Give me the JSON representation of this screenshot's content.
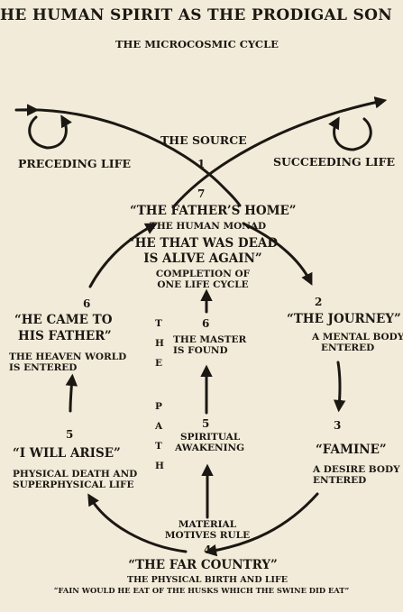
{
  "title": "HE HUMAN SPIRIT AS THE PRODIGAL SON",
  "subtitle": "THE MICROCOSMIC CYCLE",
  "source": {
    "label": "THE SOURCE",
    "number": "1"
  },
  "preceding_life": "PRECEDING LIFE",
  "succeeding_life": "SUCCEEDING LIFE",
  "top": {
    "number": "7",
    "quote": "“THE FATHER’S HOME”",
    "desc": "THE HUMAN MONAD"
  },
  "center_top": {
    "quote_l1": "“HE THAT WAS DEAD",
    "quote_l2": "IS ALIVE AGAIN”",
    "desc_l1": "COMPLETION OF",
    "desc_l2": "ONE LIFE CYCLE"
  },
  "path": {
    "letters": [
      "T",
      "H",
      "E",
      "",
      "P",
      "A",
      "T",
      "H"
    ],
    "n6": "6",
    "n6_l1": "THE MASTER",
    "n6_l2": "IS FOUND",
    "n5": "5",
    "n5_l1": "SPIRITUAL",
    "n5_l2": "AWAKENING",
    "bottom_l1": "MATERIAL",
    "bottom_l2": "MOTIVES RULE"
  },
  "left6": {
    "number": "6",
    "quote_l1": "“HE CAME TO",
    "quote_l2": "HIS FATHER”",
    "desc_l1": "THE HEAVEN WORLD",
    "desc_l2": "IS ENTERED"
  },
  "left5": {
    "number": "5",
    "quote": "“I WILL ARISE”",
    "desc_l1": "PHYSICAL DEATH AND",
    "desc_l2": "SUPERPHYSICAL LIFE"
  },
  "right2": {
    "number": "2",
    "quote": "“THE JOURNEY”",
    "desc_l1": "A MENTAL BODY",
    "desc_l2": "ENTERED"
  },
  "right3": {
    "number": "3",
    "quote": "“FAMINE”",
    "desc_l1": "A DESIRE BODY",
    "desc_l2": "ENTERED"
  },
  "bottom": {
    "number": "4",
    "quote": "“THE FAR COUNTRY”",
    "desc_l1": "THE PHYSICAL BIRTH AND LIFE",
    "desc_l2": "“FAIN WOULD HE EAT OF THE HUSKS WHICH THE SWINE DID EAT”"
  }
}
